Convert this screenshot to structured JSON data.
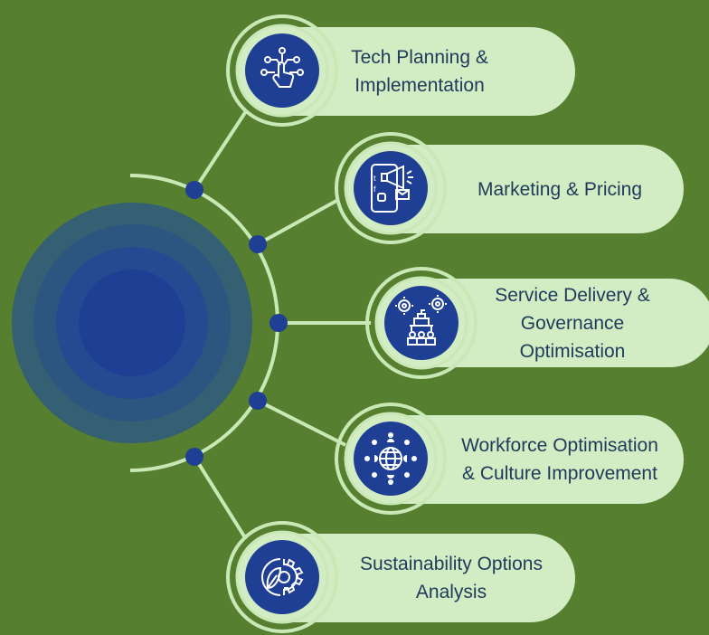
{
  "colors": {
    "background": "#567f30",
    "pill": "#d2ecc3",
    "ring_light": "#c9e8b6",
    "icon_fill": "#1e3f93",
    "node": "#1e3f93",
    "hub_outer": "#355f73",
    "hub_mid": "#2c5680",
    "hub_inner": "#244a91",
    "hub_core": "#1e3f93",
    "text": "#1f3a5a"
  },
  "hub": {
    "label": ""
  },
  "items": [
    {
      "label": "Tech Planning & Implementation",
      "lines": [
        "Tech Planning &",
        "Implementation"
      ],
      "icon": "network-touch-icon"
    },
    {
      "label": "Marketing & Pricing",
      "lines": [
        "Marketing & Pricing"
      ],
      "icon": "megaphone-phone-icon"
    },
    {
      "label": "Service Delivery & Governance Optimisation",
      "lines": [
        "Service Delivery &",
        "Governance",
        "Optimisation"
      ],
      "icon": "governance-gears-icon"
    },
    {
      "label": "Workforce Optimisation & Culture Improvement",
      "lines": [
        "Workforce Optimisation",
        "& Culture Improvement"
      ],
      "icon": "globe-people-icon"
    },
    {
      "label": "Sustainability Options Analysis",
      "lines": [
        "Sustainability Options",
        "Analysis"
      ],
      "icon": "leaf-gear-icon"
    }
  ]
}
